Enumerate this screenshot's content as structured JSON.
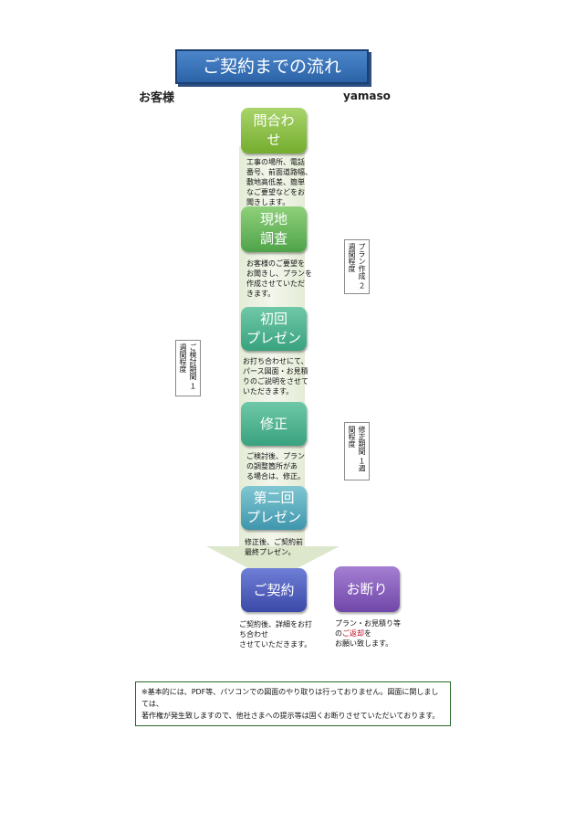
{
  "title": "ご契約までの流れ",
  "lanes": {
    "left": "お客様",
    "right": "yamaso"
  },
  "steps": [
    {
      "label": "問合わ\nせ",
      "desc": "工事の場所、電話\n番号、前面道路幅、\n敷地高低差、簡単\nなご要望などをお\n聞きします。"
    },
    {
      "label": "現地\n調査",
      "desc": "お客様のご要望を\nお聞きし、プランを\n作成させていただ\nきます。"
    },
    {
      "label": "初回\nプレゼン",
      "desc": "お打ち合わせにて、\nパース図面・お見積\nりのご説明をさせて\nいただきます。"
    },
    {
      "label": "修正",
      "desc": "ご検討後、プラン\nの調整箇所があ\nる場合は、修正。"
    },
    {
      "label": "第二回\nプレゼン",
      "desc": "修正後、ご契約前\n最終プレゼン。"
    }
  ],
  "final": {
    "label": "ご契約",
    "desc": "ご契約後、詳細をお打\nち合わせ\nさせていただきます。"
  },
  "decline": {
    "label": "お断り",
    "desc_before": "プラン・お見積り等\nの",
    "desc_highlight": "ご返却",
    "desc_after": "を\nお願い致します。"
  },
  "periods": {
    "plan": "プラン作成\n２週間程度",
    "review": "ご検討期間\n１週間程度",
    "revision": "修正期間\n１週間程度"
  },
  "note": "※基本的には、PDF等、パソコンでの図面のやり取りは行っておりません。図面に関しましては、\n著作権が発生致しますので、他社さまへの提示等は固くお断りさせていただいております。"
}
